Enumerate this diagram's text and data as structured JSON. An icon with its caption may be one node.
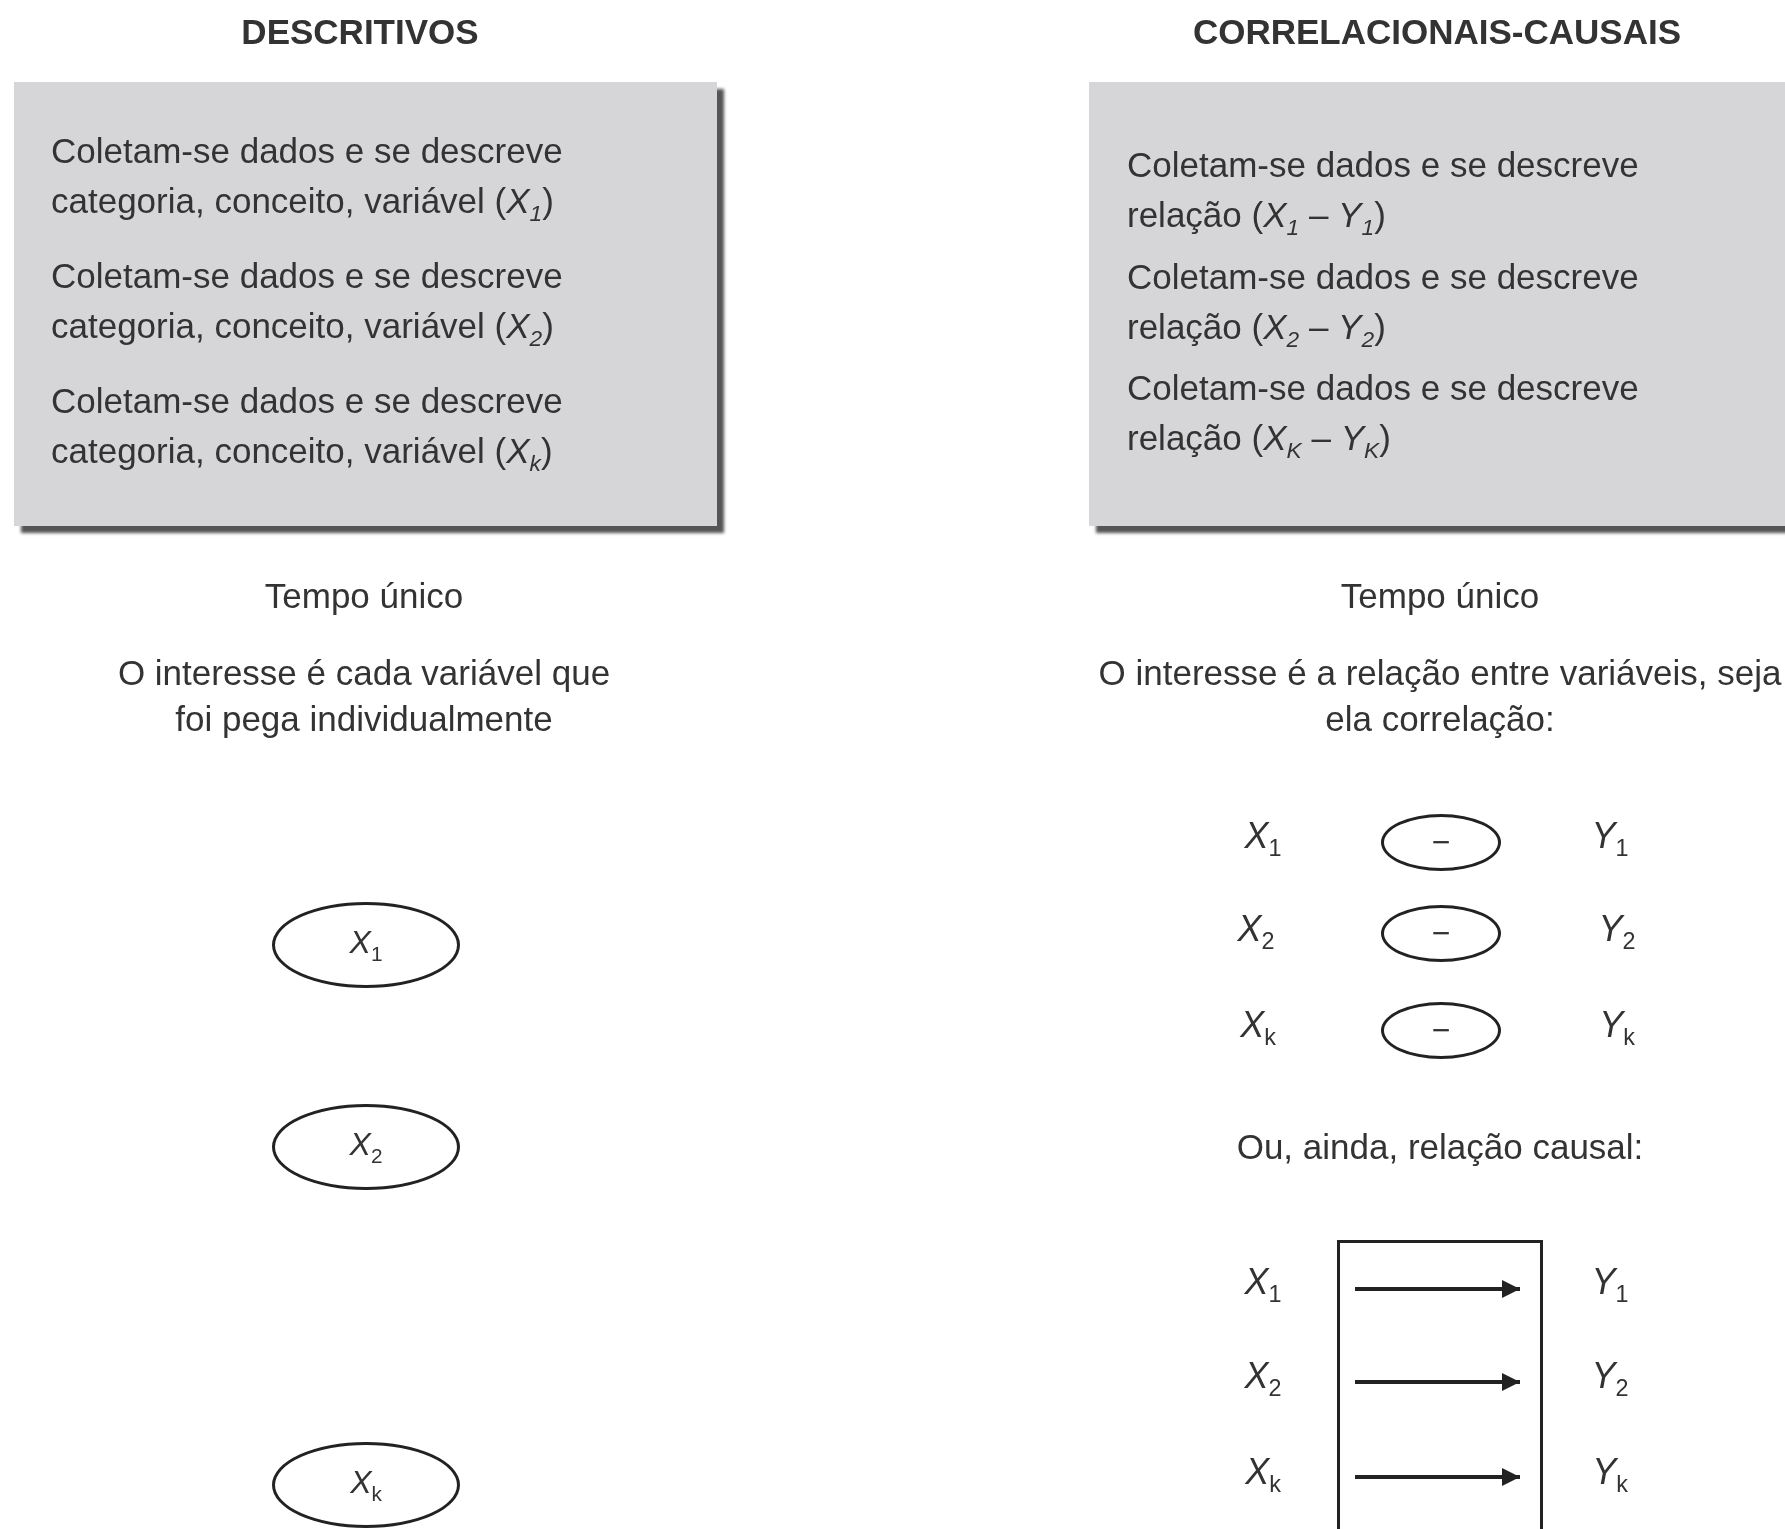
{
  "diagram": {
    "nodes": [
      {
        "text": [
          "DESCRITIVOS",
          "Coletam-se dados e se descreve categoria, conceito, variável (*X*$_{1}$)",
          "Coletam-se dados e se descreve categoria, conceito, variável (*X*$_{2}$)",
          "Coletam-se dados e se descreve categoria, conceito, variável (*X*$_{k}$)"
        ]
      },
      {
        "text": [
          "CORRELACIONAIS-CAUSAIS",
          "Coletam-se dados e se descreve relação (*X*$_{1}$ – *Y*$_{1}$)",
          "Coletam-se dados e se descreve relação (*X*$_{2}$ – *Y*$_{2}$)",
          "Coletam-se dados e se descreve relação (*X*$_{K}$ – *Y*$_{K}$)"
        ]
      },
      {
        "text": [
          "*X*$_{1}$"
        ]
      },
      {
        "text": [
          "*X*$_{2}$"
        ]
      },
      {
        "text": [
          "*X*$_{k}$"
        ]
      },
      {
        "text": [
          "−"
        ]
      },
      {
        "text": [
          "−"
        ]
      },
      {
        "text": [
          "−"
        ]
      },
      {
        "text": [],
        "shape": "box"
      }
    ],
    "labels": [
      "Tempo único",
      "O interesse é cada variável que foi pega individualmente",
      "Tempo único",
      "O interesse é a relação entre variáveis, seja ela correlação:",
      "*X*$_{1}$",
      "*Y*$_{1}$",
      "*X*$_{2}$",
      "*Y*$_{2}$",
      "*X*$_{k}$",
      "*Y*$_{k}$",
      "Ou, ainda, relação causal:",
      "*X*$_{1}$",
      "*Y*$_{1}$",
      "*X*$_{2}$",
      "*Y*$_{2}$",
      "*X*$_{k}$",
      "*Y*$_{k}$"
    ]
  }
}
